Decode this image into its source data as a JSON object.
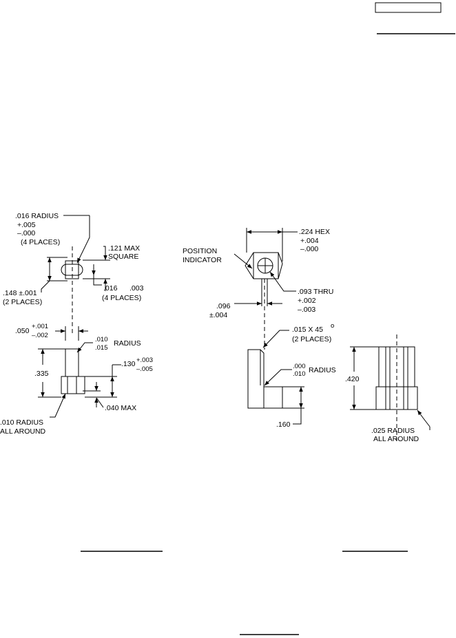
{
  "header": {
    "box_text": "",
    "underline_text": ""
  },
  "left_view": {
    "radius_016": ".016 RADIUS",
    "tol_plus_005": "+.005",
    "tol_minus_000": "–.000",
    "four_places_a": "(4 PLACES)",
    "max_121": ".121 MAX",
    "square": "SQUARE",
    "dim_148": ".148 ±.001",
    "two_places_a": "(2 PLACES)",
    "dim_016": ".016",
    "dim_003": ".003",
    "four_places_b": "(4 PLACES)",
    "dim_050": ".050",
    "tol_plus_001": "+.001",
    "tol_minus_002": "–.002",
    "radius_010": ".010",
    "radius_015": ".015",
    "radius_word": "RADIUS",
    "dim_335": ".335",
    "dim_130": ".130",
    "tol_plus_003": "+.003",
    "tol_minus_005": "–.005",
    "max_040": ".040 MAX",
    "radius_010_all": ".010 RADIUS",
    "all_around_a": "ALL AROUND"
  },
  "right_view": {
    "hex_224": ".224 HEX",
    "tol_plus_004": "+.004",
    "tol_minus_000": "–.000",
    "position": "POSITION",
    "indicator": "INDICATOR",
    "thru_093": ".093 THRU",
    "tol_plus_002": "+.002",
    "tol_minus_003": "–.003",
    "dim_096": ".096",
    "tol_pm_004": "±.004",
    "chamfer": ".015  X  45",
    "degree": "o",
    "two_places_b": "(2 PLACES)",
    "radius_000": ".000",
    "radius_010": ".010",
    "radius_word": "RADIUS",
    "dim_160": ".160",
    "dim_420": ".420",
    "radius_025": ".025 RADIUS",
    "all_around_b": "ALL AROUND"
  },
  "footer": {
    "left_blank": "",
    "right_blank": "",
    "center_blank": ""
  }
}
